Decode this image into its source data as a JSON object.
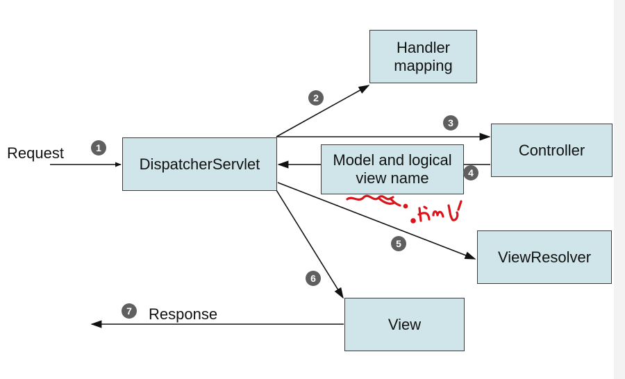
{
  "nodes": {
    "dispatcher": "DispatcherServlet",
    "handler_mapping": "Handler\nmapping",
    "controller": "Controller",
    "model_view": "Model and logical\nview name",
    "view_resolver": "ViewResolver",
    "view": "View"
  },
  "labels": {
    "request": "Request",
    "response": "Response"
  },
  "steps": [
    "1",
    "2",
    "3",
    "4",
    "5",
    "6",
    "7"
  ],
  "annotation": {
    "handwritten_text": ".html'",
    "color": "#d9141b"
  },
  "colors": {
    "box_fill": "#cfe5e9",
    "box_border": "#3a3a3a",
    "badge_fill": "#5f5f5f"
  }
}
